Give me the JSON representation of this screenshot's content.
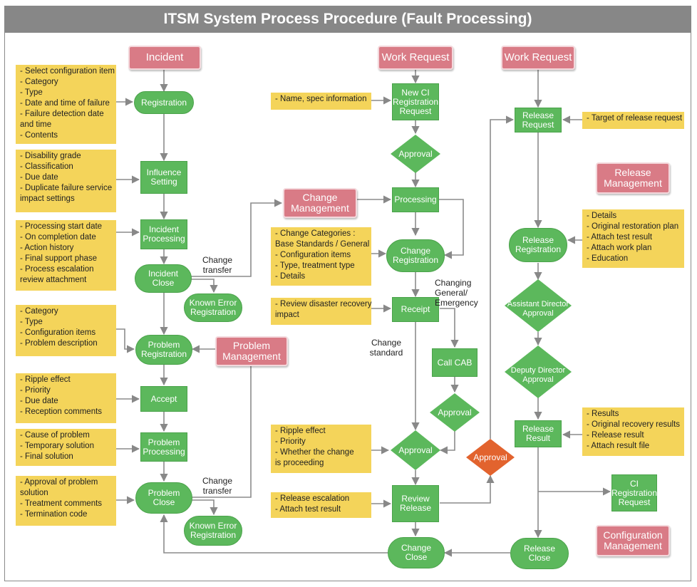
{
  "title": "ITSM System Process Procedure (Fault Processing)",
  "colors": {
    "green": "#5cb85c",
    "pink": "#d97b86",
    "orange": "#e2632e",
    "note": "#f4d45a",
    "titlebar": "#878787"
  },
  "headers": {
    "incident": "Incident",
    "work_request_1": "Work Request",
    "work_request_2": "Work Request",
    "change_management": "Change\nManagement",
    "problem_management": "Problem\nManagement",
    "release_management": "Release\nManagement",
    "configuration_management": "Configuration\nManagement"
  },
  "nodes": {
    "registration": "Registration",
    "influence_setting": "Influence\nSetting",
    "incident_processing": "Incident\nProcessing",
    "incident_close": "Incident\nClose",
    "known_error_1": "Known Error\nRegistration",
    "problem_registration": "Problem\nRegistration",
    "accept": "Accept",
    "problem_processing": "Problem\nProcessing",
    "problem_close": "Problem\nClose",
    "known_error_2": "Known Error\nRegistration",
    "new_ci": "New CI\nRegistration\nRequest",
    "approval_1": "Approval",
    "processing": "Processing",
    "change_registration": "Change\nRegistration",
    "receipt": "Receipt",
    "call_cab": "Call CAB",
    "approval_cab": "Approval",
    "approval_2": "Approval",
    "review_release": "Review\nRelease",
    "change_close": "Change\nClose",
    "approval_orange": "Approval",
    "release_request": "Release\nRequest",
    "release_registration": "Release\nRegistration",
    "assistant_director": "Assistant Director\nApproval",
    "deputy_director": "Deputy Director\nApproval",
    "release_result": "Release\nResult",
    "ci_registration": "CI\nRegistration\nRequest",
    "release_close": "Release\nClose"
  },
  "labels": {
    "change_transfer_1": "Change\ntransfer",
    "change_transfer_2": "Change\ntransfer",
    "changing_general": "Changing\nGeneral/\nEmergency",
    "change_standard": "Change\nstandard"
  },
  "notes": {
    "registration": [
      "- Select configuration item",
      "- Category",
      "- Type",
      "- Date and time of failure",
      "- Failure detection date",
      "  and time",
      "- Contents"
    ],
    "influence": [
      "- Disability grade",
      "- Classification",
      "- Due date",
      "- Duplicate failure service",
      "  impact settings"
    ],
    "incident_processing": [
      "- Processing start date",
      "- On completion date",
      "- Action history",
      "- Final support phase",
      "- Process escalation",
      "  review attachment"
    ],
    "problem_registration": [
      "- Category",
      "- Type",
      "- Configuration items",
      "- Problem description"
    ],
    "accept": [
      "- Ripple effect",
      "- Priority",
      "- Due date",
      "- Reception comments"
    ],
    "problem_processing": [
      "- Cause of problem",
      "- Temporary solution",
      "- Final solution"
    ],
    "problem_close": [
      "- Approval of problem",
      "  solution",
      "- Treatment comments",
      "- Termination code"
    ],
    "new_ci": [
      "- Name, spec information"
    ],
    "change_registration": [
      "- Change Categories :",
      "  Base Standards / General",
      "- Configuration items",
      "- Type, treatment type",
      "- Details"
    ],
    "receipt": [
      "- Review disaster recovery",
      "  impact"
    ],
    "approval_2": [
      "- Ripple effect",
      "- Priority",
      "- Whether the change",
      "  is proceeding"
    ],
    "review_release": [
      "- Release escalation",
      "- Attach test result"
    ],
    "release_request": [
      "- Target of release request"
    ],
    "release_registration": [
      "- Details",
      "- Original restoration plan",
      "- Attach test result",
      "- Attach work plan",
      "- Education"
    ],
    "release_result": [
      "- Results",
      "- Original recovery results",
      "- Release result",
      "- Attach result file"
    ]
  }
}
